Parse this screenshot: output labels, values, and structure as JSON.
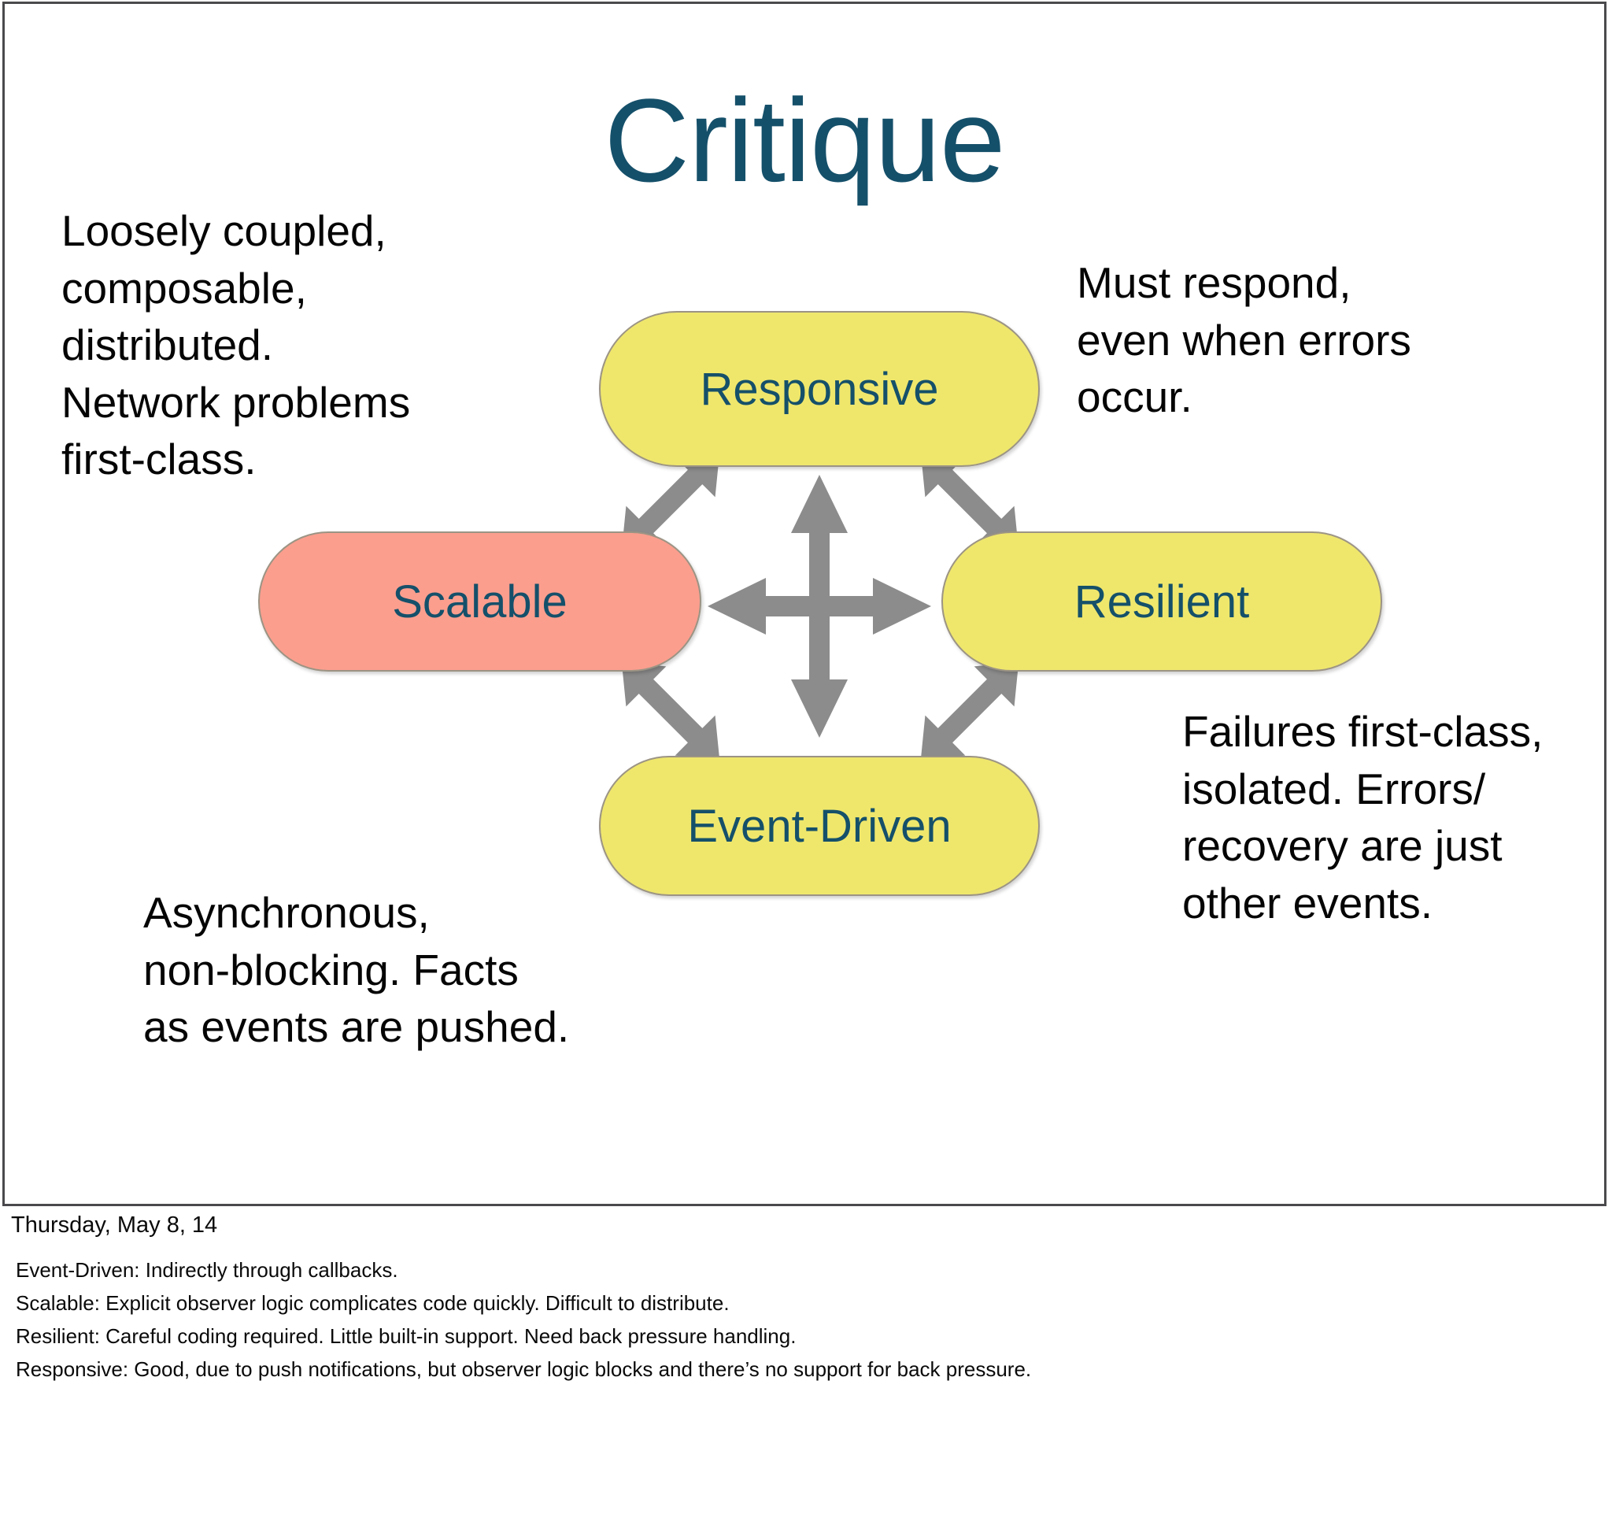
{
  "slide": {
    "title": "Critique",
    "title_color": "#15506a",
    "background": "#ffffff",
    "border_color": "#4a4a4d"
  },
  "annotations": {
    "top_left": "Loosely coupled,\ncomposable,\ndistributed.\nNetwork problems\nfirst-class.",
    "top_right": "Must respond,\neven when errors\noccur.",
    "bottom_right": "Failures first-class,\nisolated. Errors/\nrecovery are just\nother events.",
    "bottom_left": "Asynchronous,\nnon-blocking. Facts\nas events are pushed."
  },
  "diagram": {
    "type": "reactive-traits-quad",
    "arrow_color": "#8c8c8c",
    "node_border_color": "#9c9484",
    "nodes": [
      {
        "id": "responsive",
        "label": "Responsive",
        "fill": "#efe76c",
        "text_color": "#15506a",
        "position": "top"
      },
      {
        "id": "scalable",
        "label": "Scalable",
        "fill": "#fb9e8e",
        "text_color": "#15506a",
        "position": "left"
      },
      {
        "id": "resilient",
        "label": "Resilient",
        "fill": "#efe76c",
        "text_color": "#15506a",
        "position": "right"
      },
      {
        "id": "event-driven",
        "label": "Event-Driven",
        "fill": "#efe76c",
        "text_color": "#15506a",
        "position": "bottom"
      }
    ]
  },
  "footer": {
    "date": "Thursday, May 8, 14",
    "notes": [
      "Event-Driven: Indirectly through callbacks.",
      "Scalable: Explicit observer logic complicates code quickly. Difficult to distribute.",
      "Resilient: Careful coding required. Little built-in support. Need back pressure handling.",
      "Responsive: Good, due to push notifications, but observer logic blocks and there’s no support for back pressure."
    ]
  }
}
